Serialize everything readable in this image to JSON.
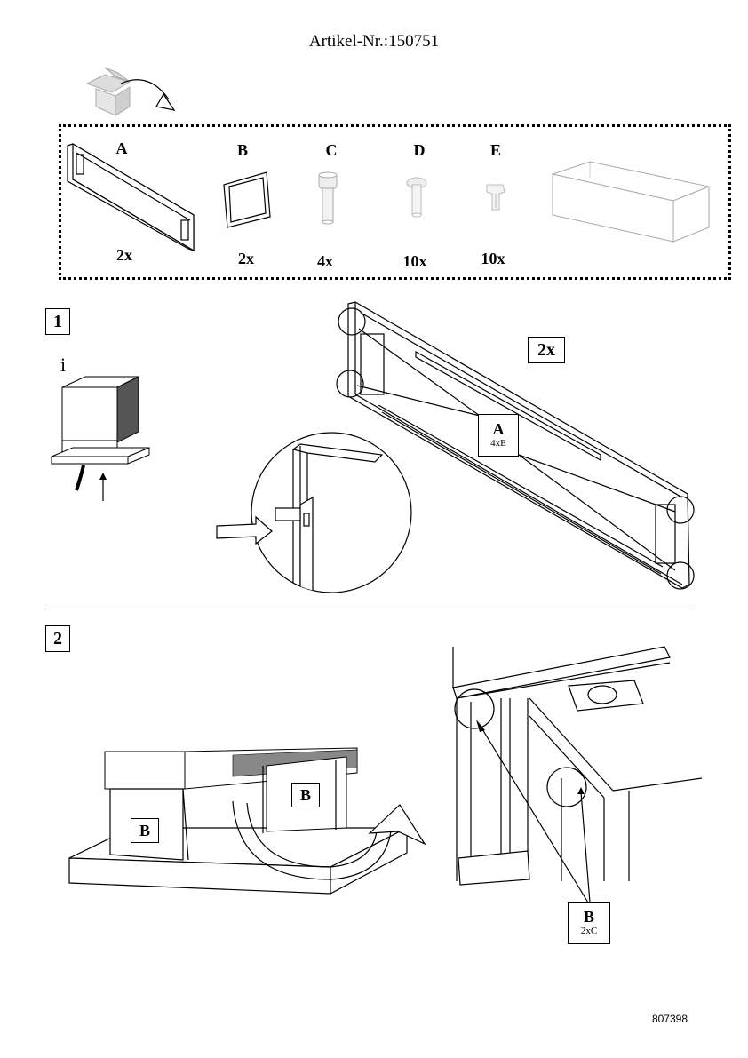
{
  "header": {
    "article_number": "Artikel-Nr.:150751"
  },
  "parts": [
    {
      "letter": "A",
      "quantity": "2x"
    },
    {
      "letter": "B",
      "quantity": "2x"
    },
    {
      "letter": "C",
      "quantity": "4x"
    },
    {
      "letter": "D",
      "quantity": "10x"
    },
    {
      "letter": "E",
      "quantity": "10x"
    }
  ],
  "step1": {
    "number": "1",
    "info_mark": "i",
    "multiplier": "2x",
    "callout": {
      "letter": "A",
      "detail": "4xE"
    }
  },
  "step2": {
    "number": "2",
    "label_left": "B",
    "label_right": "B",
    "callout": {
      "letter": "B",
      "detail": "2xC"
    }
  },
  "footer": {
    "document_number": "807398"
  }
}
